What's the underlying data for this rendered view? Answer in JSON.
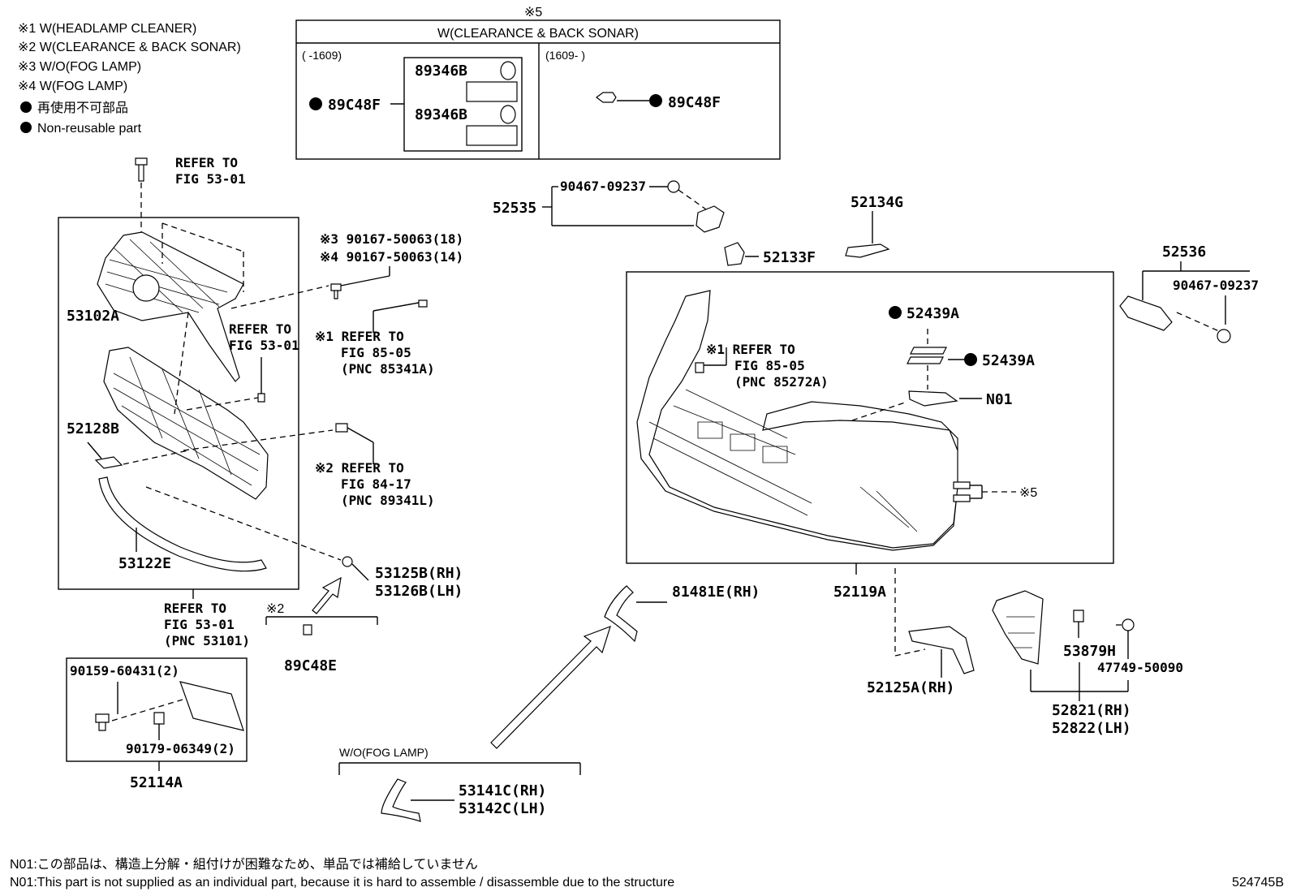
{
  "legend": {
    "items": [
      "※1 W(HEADLAMP CLEANER)",
      "※2 W(CLEARANCE & BACK SONAR)",
      "※3 W/O(FOG LAMP)",
      "※4 W(FOG LAMP)"
    ],
    "non_reusable_jp": "再使用不可部品",
    "non_reusable_en": "Non-reusable part"
  },
  "sonar_box": {
    "mark": "※5",
    "title": "W(CLEARANCE & BACK SONAR)",
    "left_range": "(      -1609)",
    "right_range": "(1609-      )",
    "left_part": "89C48F",
    "right_part": "89C48F",
    "sub_parts": [
      "89346B",
      "89346B"
    ]
  },
  "parts": {
    "p52535": "52535",
    "p90467_top": "90467-09237",
    "p52134G": "52134G",
    "p52133F": "52133F",
    "p52536": "52536",
    "p90467_right": "90467-09237",
    "p52439A_1": "52439A",
    "p52439A_2": "52439A",
    "pN01": "N01",
    "p53102A": "53102A",
    "p52128B": "52128B",
    "p53122E": "53122E",
    "p53125B": "53125B(RH)",
    "p53126B": "53126B(LH)",
    "p89C48E": "89C48E",
    "p81481E": "81481E(RH)",
    "p52119A": "52119A",
    "p52125A": "52125A(RH)",
    "p53879H": "53879H",
    "p47749": "47749-50090",
    "p52821": "52821(RH)",
    "p52822": "52822(LH)",
    "p90159": "90159-60431(2)",
    "p90179": "90179-06349(2)",
    "p52114A": "52114A",
    "p53141C": "53141C(RH)",
    "p53142C": "53142C(LH)",
    "p90167_18": "※3 90167-50063(18)",
    "p90167_14": "※4 90167-50063(14)",
    "mark5": "※5",
    "mark2": "※2"
  },
  "refs": {
    "ref_top": [
      "REFER TO",
      "FIG 53-01"
    ],
    "ref_grille": [
      "REFER TO",
      "FIG 53-01"
    ],
    "ref_8505a": [
      "※1 REFER TO",
      "FIG 85-05",
      "(PNC 85341A)"
    ],
    "ref_8417": [
      "※2 REFER TO",
      "FIG 84-17",
      "(PNC 89341L)"
    ],
    "ref_53101": [
      "REFER TO",
      "FIG 53-01",
      "(PNC 53101)"
    ],
    "ref_8505b": [
      "※1 REFER TO",
      "FIG 85-05",
      "(PNC 85272A)"
    ]
  },
  "wo_fog_label": "W/O(FOG LAMP)",
  "footnotes": {
    "jp": "N01:この部品は、構造上分解・組付けが困難なため、単品では補給していません",
    "en": "N01:This part is not supplied as an individual part, because it is hard to assemble / disassemble due to the structure"
  },
  "figure_id": "524745B"
}
